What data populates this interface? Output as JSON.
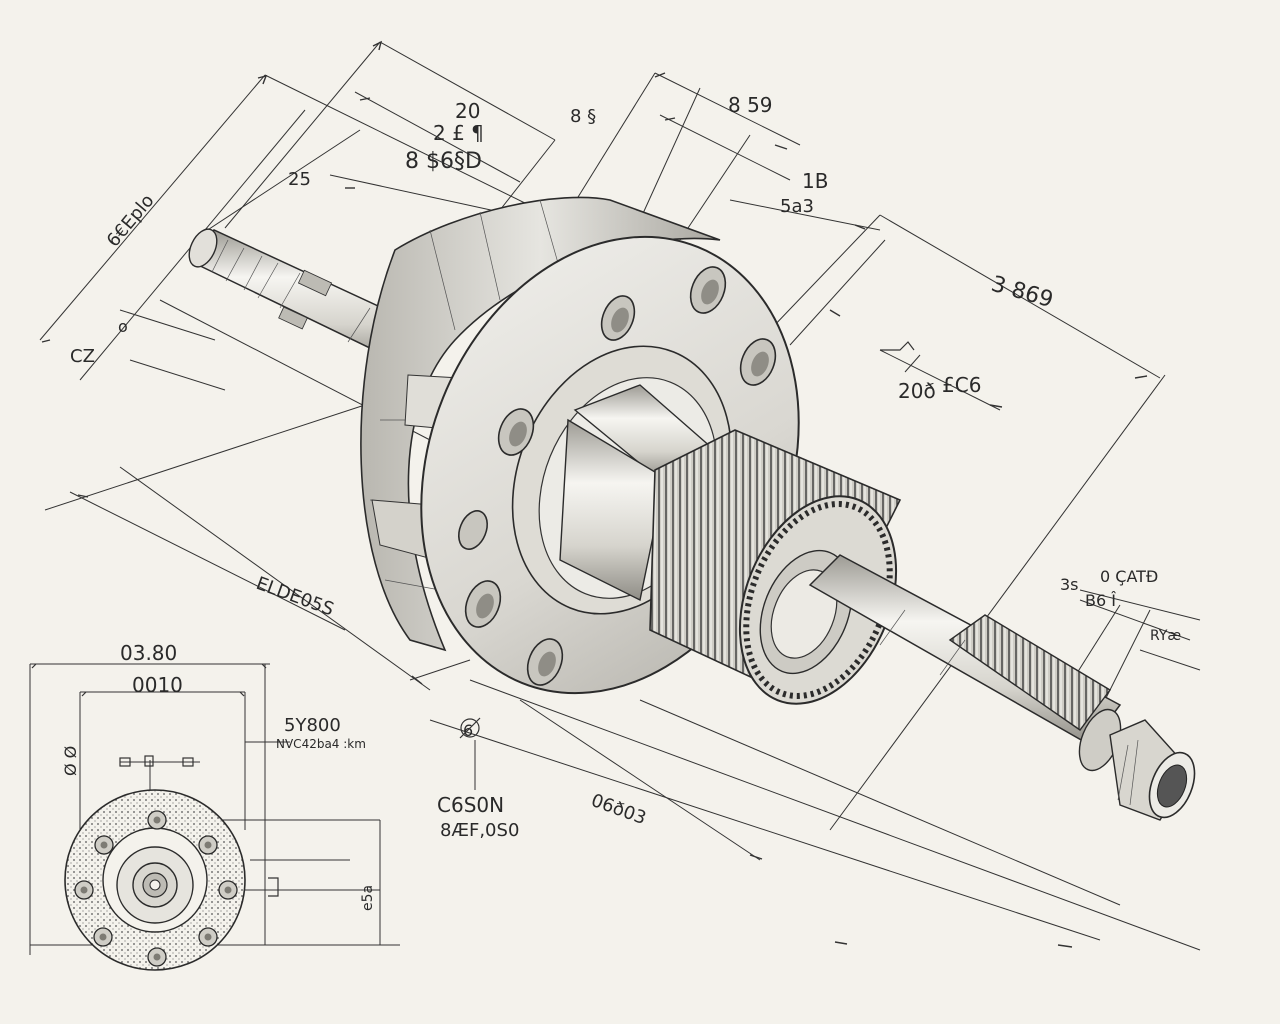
{
  "drawing": {
    "labels": {
      "d_20": "20",
      "d_2fe": "2 £ ¶",
      "d_8sz": "8 $6§D",
      "d_25": "25",
      "d_ceplo": "6€Eplo",
      "d_82": "8 §",
      "d_859": "8 59",
      "d_1b": "1B",
      "d_5a3": "5a3",
      "d_3869": "3 869",
      "d_zc6": "£C6",
      "d_20d": "20ð",
      "d_cz": "CZ",
      "d_o": "o",
      "d_elde": "ELDE05S",
      "d_3s": "3s",
      "d_bbh": "B6 Î",
      "d_ocatd": "0 ÇATÐ",
      "d_rye": "RYæ",
      "d_0600s": "06ð03",
      "d_6": "6",
      "d_c6s0n": "C6S0N",
      "d_8zf": "8ÆF,0S0"
    },
    "inset": {
      "d_0380": "03.80",
      "d_0010": "0010",
      "d_5y800": "5Y800",
      "d_nvd": "NVC42ba4 :km",
      "d_oo": "Ø Ø",
      "d_e5a": "e5a"
    }
  },
  "colors": {
    "paper": "#f4f2ec",
    "line": "#2b2b2b",
    "metal_light": "#ecebe6",
    "metal_mid": "#cfcdc6",
    "metal_dark": "#9a9891"
  },
  "icons": [
    "centerline-symbol",
    "surface-finish-symbol"
  ]
}
